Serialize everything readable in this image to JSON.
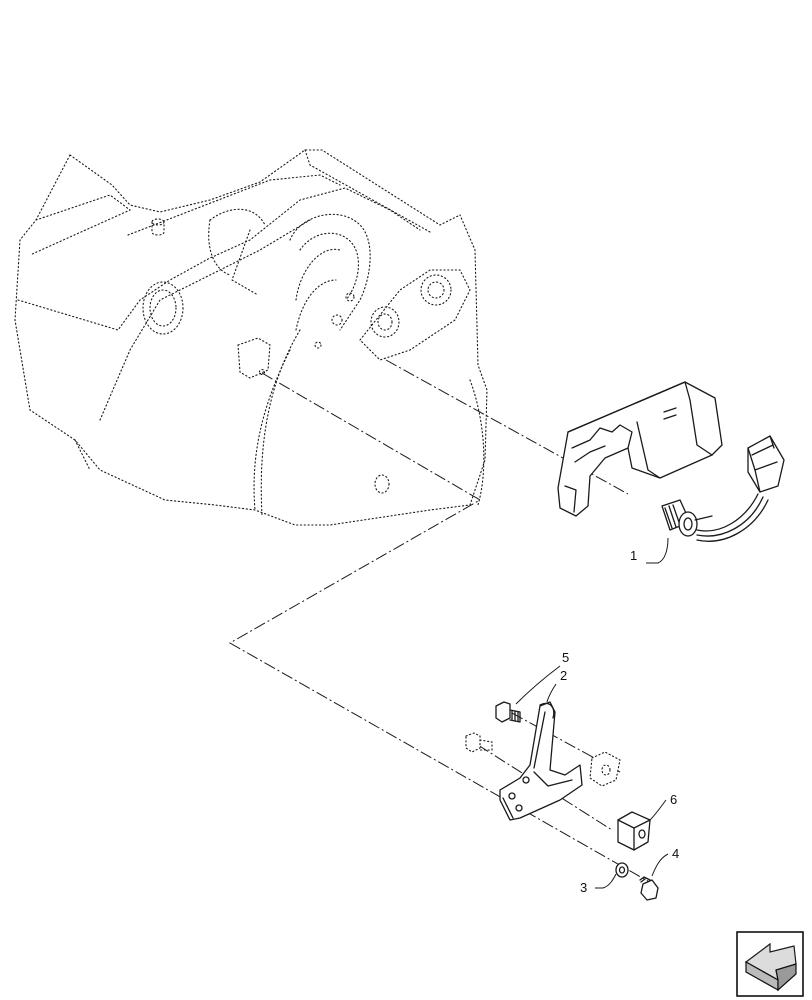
{
  "callouts": [
    {
      "id": "1",
      "label": "1"
    },
    {
      "id": "2",
      "label": "2"
    },
    {
      "id": "3",
      "label": "3"
    },
    {
      "id": "4",
      "label": "4"
    },
    {
      "id": "5",
      "label": "5"
    },
    {
      "id": "6",
      "label": "6"
    }
  ],
  "icons": {
    "nav": "next-page-arrow-icon"
  }
}
